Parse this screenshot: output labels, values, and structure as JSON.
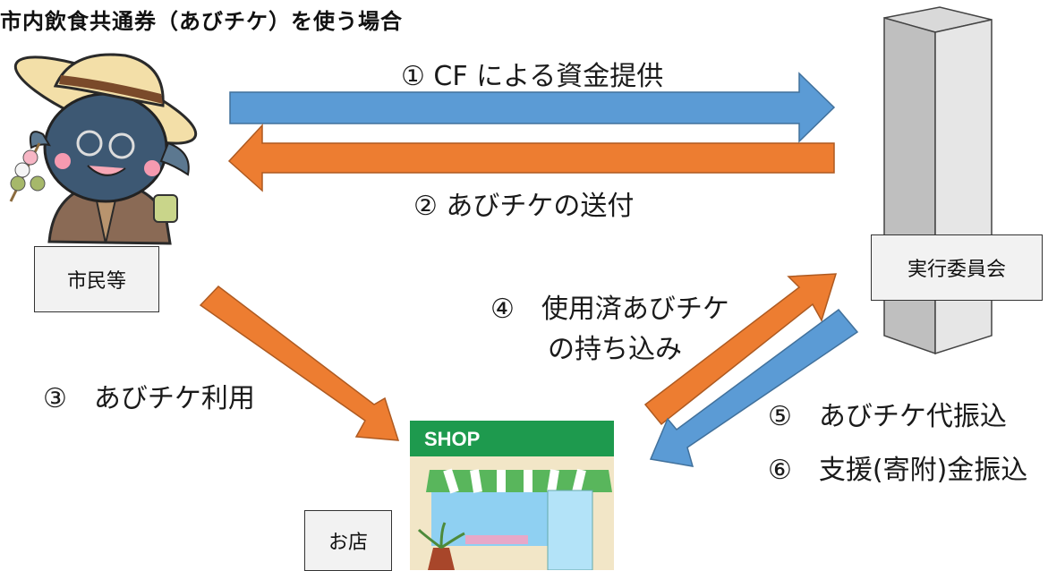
{
  "title": "市内飲食共通券（あびチケ）を使う場合",
  "flows": {
    "cf": "① CF による資金提供",
    "send": "② あびチケの送付",
    "use": "③　あびチケ利用",
    "bring_line1": "④　使用済あびチケ",
    "bring_line2": "の持ち込み",
    "payment": "⑤　あびチケ代振込",
    "donation": "⑥　支援(寄附)金振込"
  },
  "actors": {
    "citizen": "市民等",
    "committee": "実行委員会",
    "shop_box": "お店",
    "shop_sign": "SHOP"
  },
  "colors": {
    "blue_arrow": "#5b9bd5",
    "orange_arrow": "#ed7d31"
  }
}
